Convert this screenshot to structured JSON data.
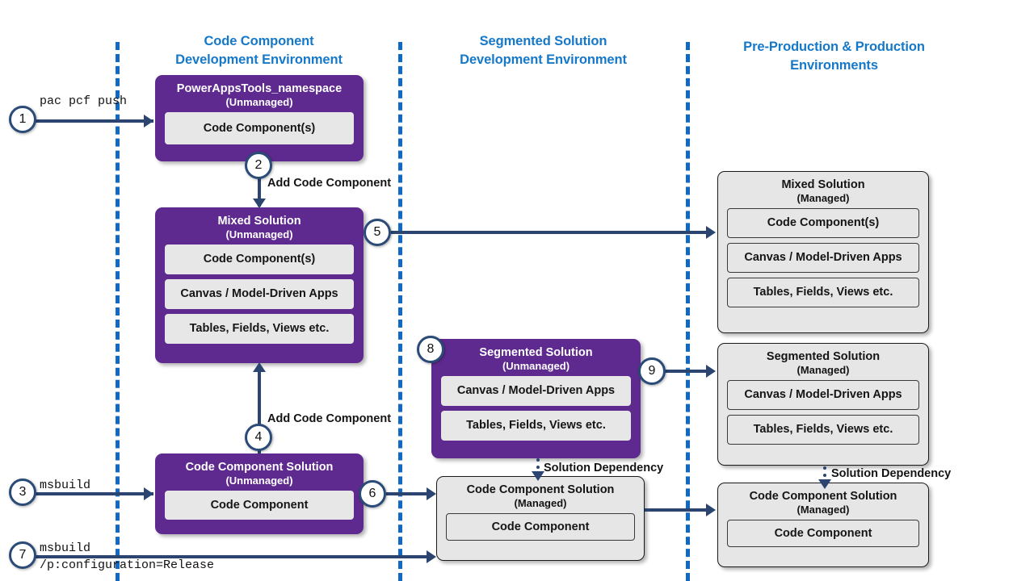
{
  "diagram": {
    "title": "Power Platform code component ALM flow",
    "colors": {
      "accent_blue": "#1678C8",
      "lane_separator_blue": "#1169C4",
      "unmanaged_purple": "#5F2A8F",
      "managed_grey": "#E6E6E6",
      "connector_navy": "#2B4470"
    }
  },
  "lanes": [
    {
      "id": "code-component-dev",
      "title_line1": "Code Component",
      "title_line2": "Development Environment"
    },
    {
      "id": "segmented-solution-dev",
      "title_line1": "Segmented Solution",
      "title_line2": "Development Environment"
    },
    {
      "id": "pre-prod-prod",
      "title_line1": "Pre-Production & Production",
      "title_line2": "Environments"
    }
  ],
  "boxes": {
    "powerappstools": {
      "title": "PowerAppsTools_namespace",
      "subtitle": "(Unmanaged)",
      "items": [
        "Code Component(s)"
      ]
    },
    "mixed_unmanaged": {
      "title": "Mixed Solution",
      "subtitle": "(Unmanaged)",
      "items": [
        "Code Component(s)",
        "Canvas / Model-Driven Apps",
        "Tables, Fields, Views etc."
      ]
    },
    "code_component_solution_unmanaged": {
      "title": "Code Component Solution",
      "subtitle": "(Unmanaged)",
      "items": [
        "Code Component"
      ]
    },
    "segmented_unmanaged": {
      "title": "Segmented Solution",
      "subtitle": "(Unmanaged)",
      "items": [
        "Canvas / Model-Driven Apps",
        "Tables, Fields, Views etc."
      ]
    },
    "code_component_solution_managed_mid": {
      "title": "Code Component Solution",
      "subtitle": "(Managed)",
      "items": [
        "Code Component"
      ]
    },
    "mixed_managed": {
      "title": "Mixed Solution",
      "subtitle": "(Managed)",
      "items": [
        "Code Component(s)",
        "Canvas / Model-Driven Apps",
        "Tables, Fields, Views etc."
      ]
    },
    "segmented_managed": {
      "title": "Segmented Solution",
      "subtitle": "(Managed)",
      "items": [
        "Canvas / Model-Driven Apps",
        "Tables, Fields, Views etc."
      ]
    },
    "code_component_solution_managed_right": {
      "title": "Code Component Solution",
      "subtitle": "(Managed)",
      "items": [
        "Code Component"
      ]
    }
  },
  "steps": [
    {
      "number": "1"
    },
    {
      "number": "2"
    },
    {
      "number": "3"
    },
    {
      "number": "4"
    },
    {
      "number": "5"
    },
    {
      "number": "6"
    },
    {
      "number": "7"
    },
    {
      "number": "8"
    },
    {
      "number": "9"
    }
  ],
  "commands": {
    "pac_pcf_push": "pac pcf push",
    "msbuild": "msbuild",
    "msbuild_release_line1": "msbuild",
    "msbuild_release_line2": "/p:configuration=Release"
  },
  "edge_labels": {
    "add_code_component_top": "Add Code Component",
    "add_code_component_bottom": "Add Code Component",
    "solution_dependency_mid": "Solution Dependency",
    "solution_dependency_right": "Solution Dependency"
  }
}
